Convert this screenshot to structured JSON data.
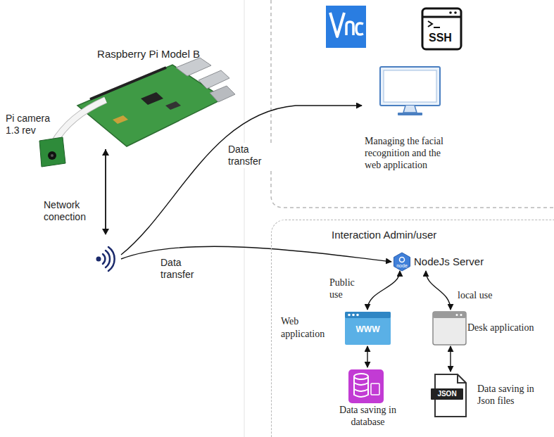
{
  "diagram": {
    "nodes": [
      {
        "text": [
          "Raspberry Pi Model B"
        ]
      },
      {
        "text": [
          "Managing the facial recognition and the web application"
        ]
      },
      {
        "text": [
          "Interaction Admin/user"
        ]
      },
      {
        "text": [
          "NodeJs Server"
        ],
        "in": 2
      },
      {
        "text": [
          "Web application"
        ],
        "in": 2
      },
      {
        "text": [
          "Desk application"
        ],
        "in": 2
      },
      {
        "text": [
          "Data saving in database"
        ],
        "in": 2
      },
      {
        "text": [
          "Data saving in Json files"
        ],
        "in": 2
      }
    ],
    "edges": [
      {
        "from": 0,
        "to": 1,
        "arrow": "to",
        "label": "Data transfer"
      },
      {
        "from": 0,
        "to": 3,
        "arrow": "to",
        "label": "Data transfer"
      },
      {
        "from": 3,
        "to": 4,
        "arrow": "both",
        "label": "Public use"
      },
      {
        "from": 3,
        "to": 5,
        "arrow": "both",
        "label": "local use"
      },
      {
        "from": 4,
        "to": 6,
        "arrow": "both"
      },
      {
        "from": 5,
        "to": 7,
        "arrow": "both"
      }
    ],
    "labels": [
      "Pi camera 1.3 rev",
      "Network conection",
      "SSH",
      "node",
      "WWW",
      "JSON"
    ]
  }
}
